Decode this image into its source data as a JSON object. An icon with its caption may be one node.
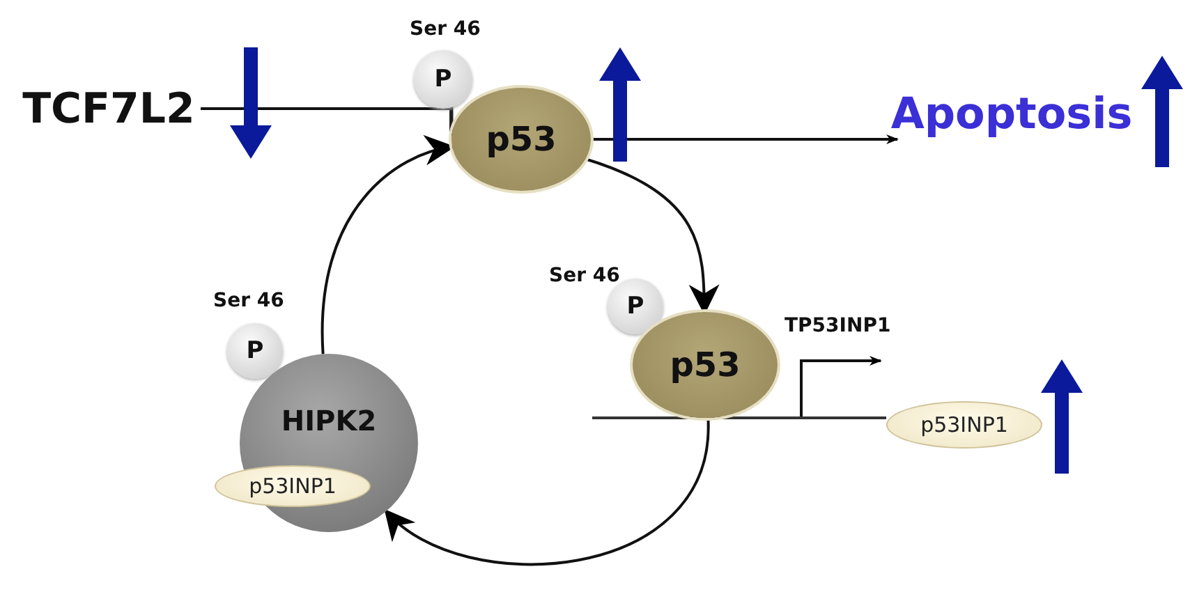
{
  "diagram": {
    "nodes": [
      {
        "text": [
          "TCF7L2"
        ]
      },
      {
        "text": [
          "P"
        ],
        "beside": [
          "Ser 46"
        ]
      },
      {
        "text": [
          "p53"
        ]
      },
      {
        "text": [
          "Apoptosis"
        ]
      },
      {
        "text": [
          "P"
        ],
        "beside": [
          "Ser 46"
        ]
      },
      {
        "text": [
          "p53"
        ]
      },
      {
        "text": [
          "P"
        ],
        "beside": [
          "Ser 46"
        ]
      },
      {
        "text": [
          "HIPK2"
        ]
      },
      {
        "text": [
          "p53INP1"
        ]
      },
      {
        "text": [
          "p53INP1"
        ]
      }
    ],
    "edges": [
      {
        "from": 0,
        "to": 2,
        "arrow": "other"
      },
      {
        "from": 2,
        "to": 3,
        "arrow": "to"
      },
      {
        "from": 2,
        "to": 5,
        "arrow": "to"
      },
      {
        "from": 5,
        "to": 7,
        "arrow": "to"
      },
      {
        "from": 7,
        "to": 2,
        "arrow": "to"
      }
    ],
    "labels": [
      "TP53INP1"
    ]
  }
}
